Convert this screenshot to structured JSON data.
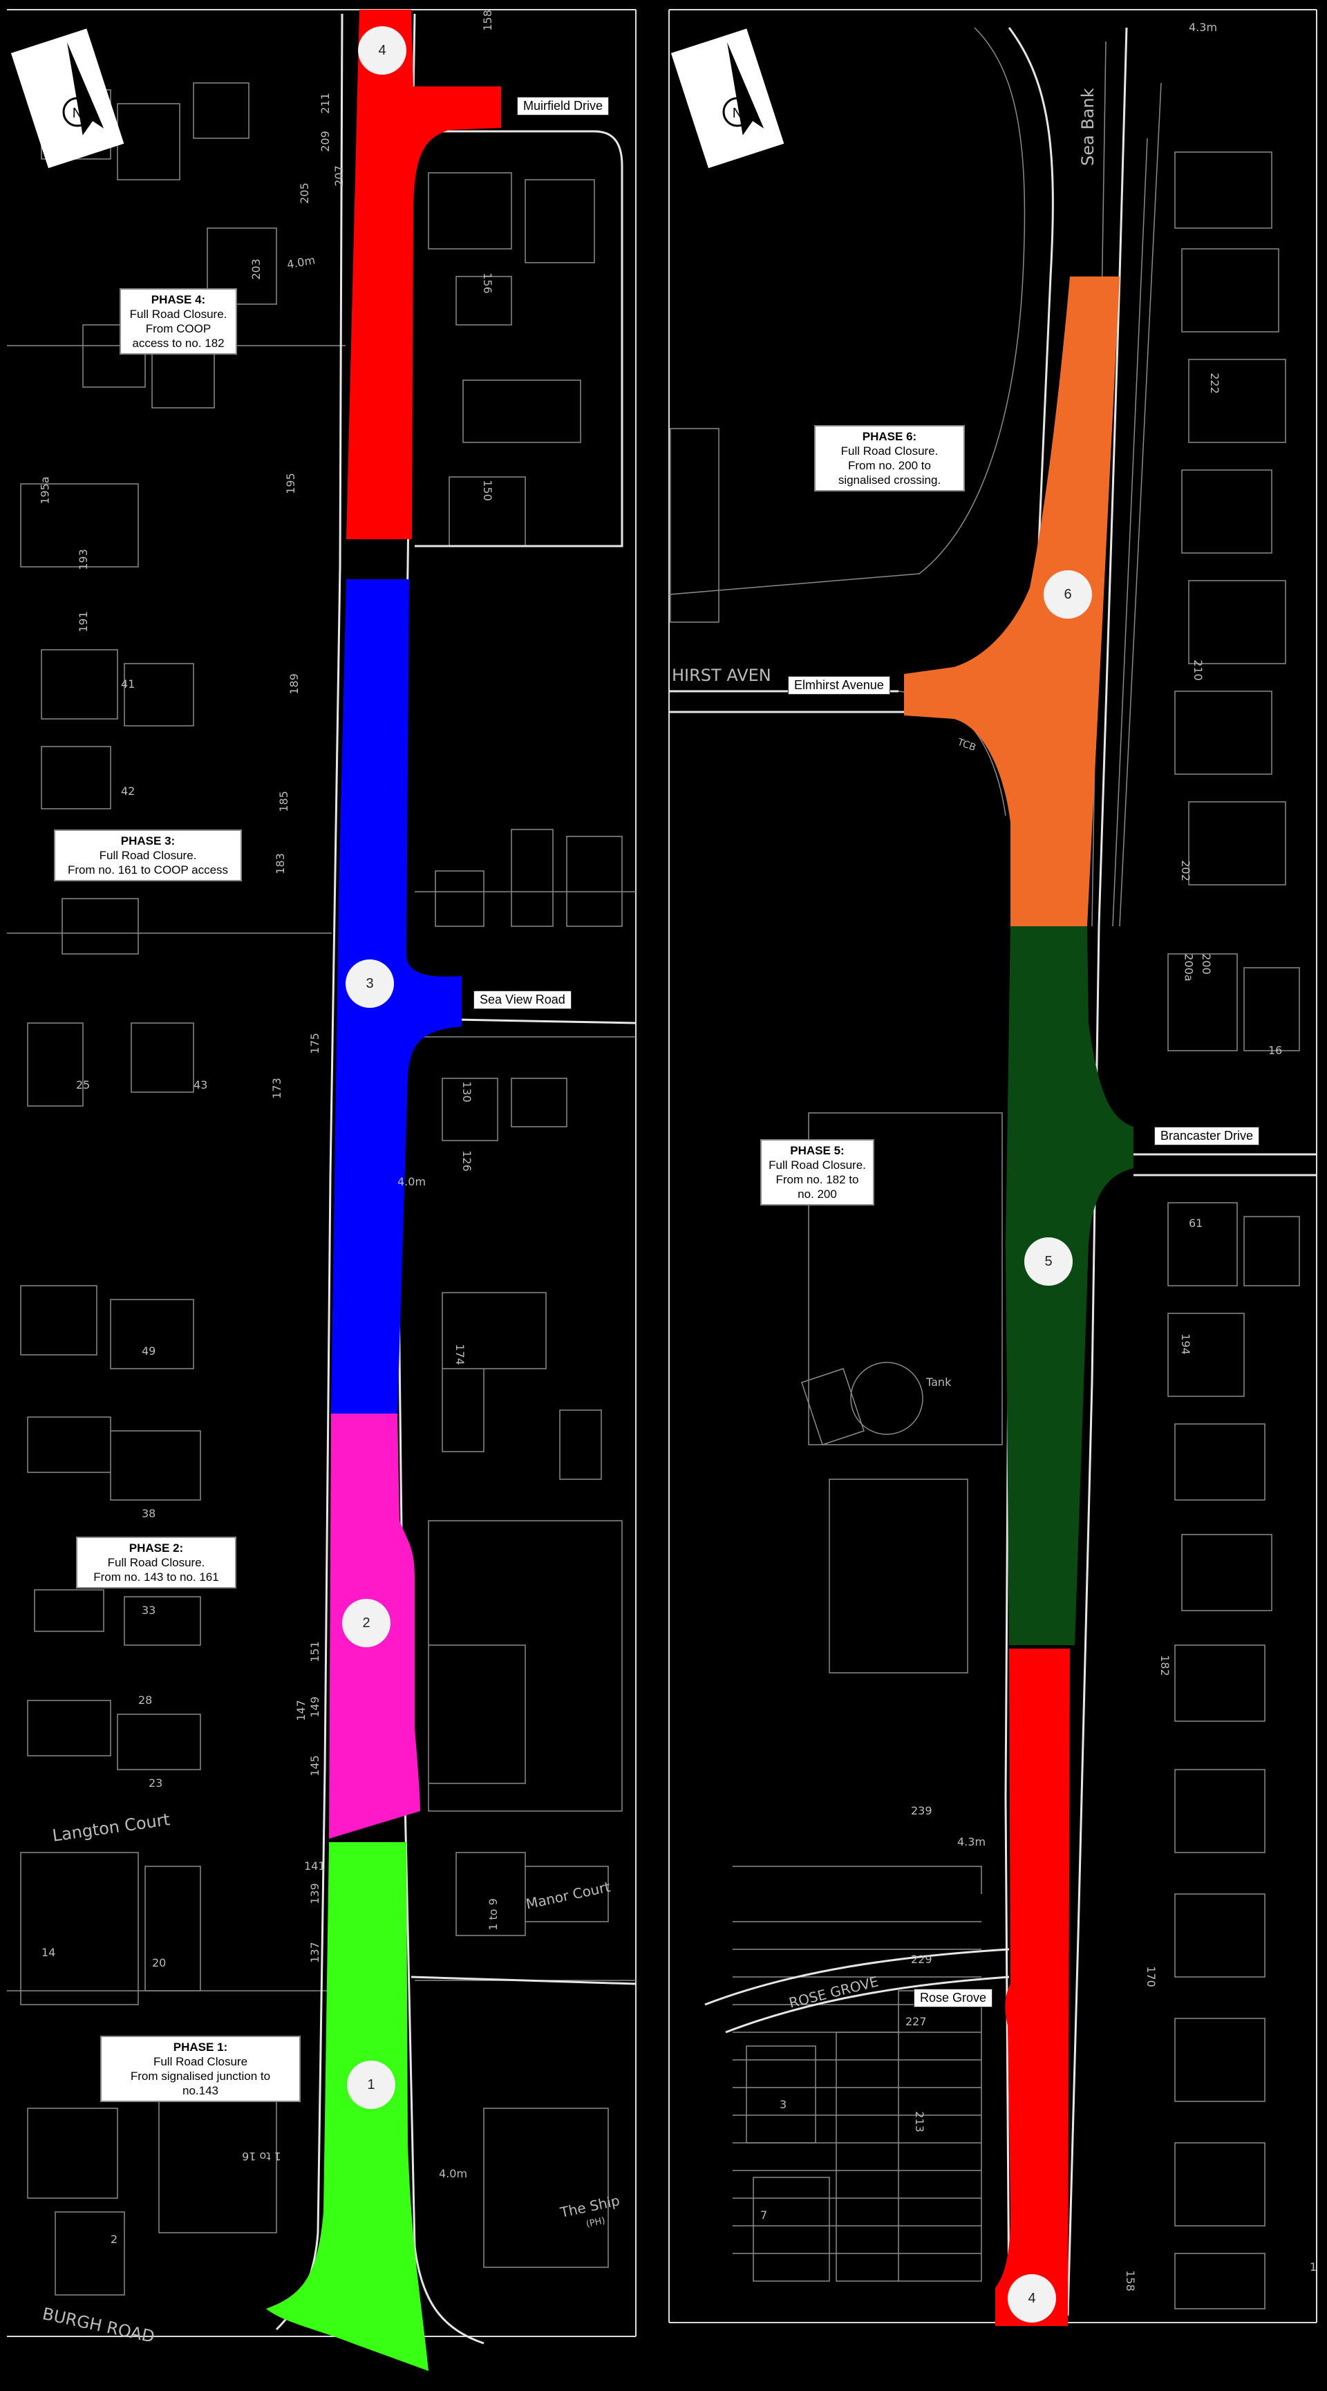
{
  "phases": [
    {
      "id": "phase-1",
      "title": "PHASE 1:",
      "lines": [
        "Full Road Closure",
        "From signalised junction to",
        "no.143"
      ],
      "color": "#39ff14",
      "marker": "1"
    },
    {
      "id": "phase-2",
      "title": "PHASE 2:",
      "lines": [
        "Full Road Closure.",
        "From no. 143 to no. 161"
      ],
      "color": "#ff19c8",
      "marker": "2"
    },
    {
      "id": "phase-3",
      "title": "PHASE 3:",
      "lines": [
        "Full Road Closure.",
        "From no. 161 to COOP access"
      ],
      "color": "#0000ff",
      "marker": "3"
    },
    {
      "id": "phase-4",
      "title": "PHASE 4:",
      "lines": [
        "Full Road Closure.",
        "From COOP",
        "access to no. 182"
      ],
      "color": "#ff0000",
      "marker": "4"
    },
    {
      "id": "phase-5",
      "title": "PHASE 5:",
      "lines": [
        "Full Road Closure.",
        "From no. 182 to",
        "no. 200"
      ],
      "color": "#0a4a12",
      "marker": "5"
    },
    {
      "id": "phase-6",
      "title": "PHASE 6:",
      "lines": [
        "Full Road Closure.",
        "From no. 200 to",
        "signalised crossing."
      ],
      "color": "#f06a28",
      "marker": "6"
    }
  ],
  "markers": {
    "m1": "1",
    "m2": "2",
    "m3": "3",
    "m4a": "4",
    "m4b": "4",
    "m5": "5",
    "m6": "6"
  },
  "streets": {
    "muirfield": "Muirfield Drive",
    "sea_view": "Sea View Road",
    "elmhirst": "Elmhirst Avenue",
    "brancaster": "Brancaster Drive",
    "rose_grove": "Rose Grove"
  },
  "map_text": {
    "burgh_road": "BURGH ROAD",
    "langton_court": "Langton Court",
    "manor_court": "Manor Court",
    "the_ship": "The Ship",
    "ph": "(PH)",
    "sea_bank": "Sea Bank",
    "rose_grove_road": "ROSE GROVE",
    "hirst_aven": "HIRST AVEN",
    "tank": "Tank",
    "tcb": "TCB",
    "n1": "158",
    "n2": "211",
    "n3": "209",
    "n4": "207",
    "n5": "205",
    "n6": "203",
    "n7": "195",
    "n8": "195a",
    "n9": "193",
    "n10": "191",
    "n11": "189",
    "n12": "185",
    "n13": "183",
    "n14": "175",
    "n15": "173",
    "n16": "41",
    "n17": "42",
    "n18": "25",
    "n19": "43",
    "n20": "49",
    "n21": "38",
    "n22": "33",
    "n23": "28",
    "n24": "23",
    "n25": "151",
    "n26": "149",
    "n27": "147",
    "n28": "145",
    "n29": "141",
    "n30": "139",
    "n31": "137",
    "n32": "20",
    "n33": "14",
    "n34": "1 to 9",
    "n35": "1 to 16",
    "n36": "2",
    "n37": "156",
    "n38": "150",
    "n39": "130",
    "n40": "126",
    "n41": "174",
    "n42": "4.0m",
    "n43": "4.3m",
    "n44": "222",
    "n45": "210",
    "n46": "202",
    "n47": "200",
    "n48": "200a",
    "n49": "16",
    "n50": "61",
    "n51": "194",
    "n52": "182",
    "n53": "239",
    "n54": "229",
    "n55": "227",
    "n56": "213",
    "n57": "170",
    "n58": "158",
    "n59": "3",
    "n60": "7",
    "n61": "1"
  }
}
